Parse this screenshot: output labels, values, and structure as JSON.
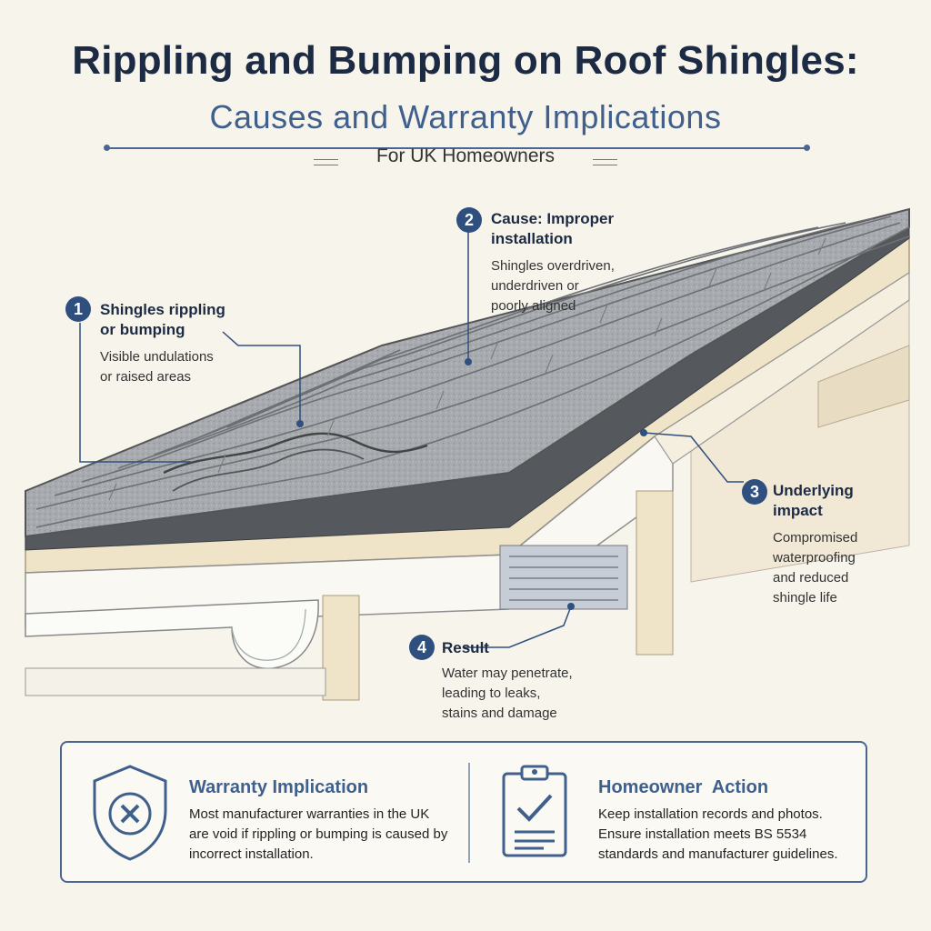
{
  "header": {
    "title": "Rippling and Bumping on Roof Shingles:",
    "subtitle": "Causes and Warranty Implications",
    "tagline": "For UK Homeowners"
  },
  "callouts": [
    {
      "number": "1",
      "heading_line1": "Shingles rippling",
      "heading_line2": "or bumping",
      "body_line1": "Visible undulations",
      "body_line2": "or raised areas"
    },
    {
      "number": "2",
      "heading_line1": "Cause: Improper",
      "heading_line2": "installation",
      "body_line1": "Shingles overdriven,",
      "body_line2": "underdriven or",
      "body_line3": "poorly aligned"
    },
    {
      "number": "3",
      "heading_line1": "Underlying",
      "heading_line2": "impact",
      "body_line1": "Compromised",
      "body_line2": "waterproofing",
      "body_line3": "and reduced",
      "body_line4": "shingle life"
    },
    {
      "number": "4",
      "heading_line1": "Result",
      "body_line1": "Water may penetrate,",
      "body_line2": "leading to leaks,",
      "body_line3": "stains and damage"
    }
  ],
  "panel": {
    "warranty": {
      "heading": "Warranty Implication",
      "body": "Most manufacturer warranties in the UK are void if rippling or bumping is caused by incorrect installation.",
      "icon": "shield-x-icon"
    },
    "action": {
      "heading": "Homeowner  Action",
      "body": "Keep installation records and photos. Ensure installation meets BS 5534 standards and manufacturer guidelines.",
      "icon": "clipboard-check-icon"
    }
  },
  "colors": {
    "navy": "#1c2a44",
    "accent": "#3f5f8c",
    "badge": "#2f4f7f",
    "shingle": "#a9acb0",
    "underlay": "#55595e",
    "timber": "#efe3c8",
    "background": "#f7f4ec"
  }
}
